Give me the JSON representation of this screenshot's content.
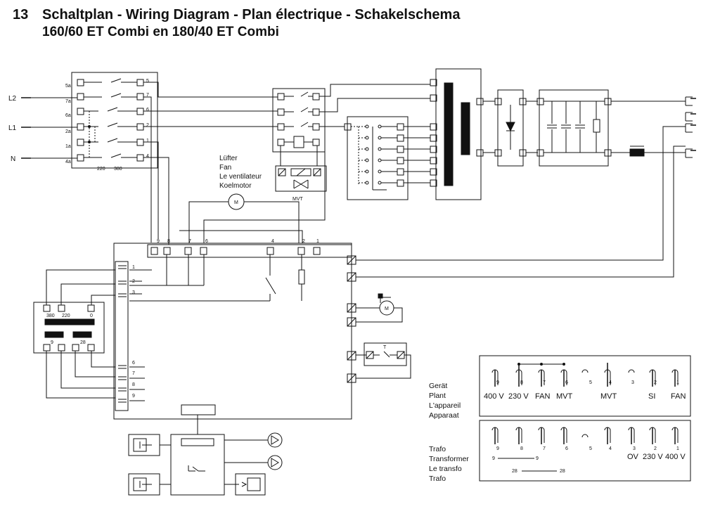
{
  "title": {
    "number": "13",
    "heading": "Schaltplan - Wiring Diagram - Plan électrique - Schakelschema",
    "subheading": "160/60 ET Combi en 180/40 ET Combi"
  },
  "mains": {
    "l2": "L2",
    "l1": "L1",
    "n": "N"
  },
  "switch_terminals": {
    "left": [
      "5a",
      "7a",
      "6a",
      "2a",
      "1a",
      "4a"
    ],
    "right": [
      "5",
      "7",
      "6",
      "2",
      "1",
      "4"
    ],
    "voltages": [
      "220",
      "380"
    ]
  },
  "fan_label": [
    "Lüfter",
    "Fan",
    "Le ventilateur",
    "Koelmotor"
  ],
  "motor_symbol": "M",
  "valve_label": "MVT",
  "board_terminals": [
    "9",
    "8",
    "7",
    "6",
    "4",
    "2",
    "1"
  ],
  "left_connector": [
    "1",
    "2",
    "3"
  ],
  "left_connector_lower": [
    "6",
    "7",
    "8",
    "9"
  ],
  "transformer_block": {
    "top": [
      "380",
      "220",
      "0"
    ],
    "bottom": [
      "9",
      "28"
    ]
  },
  "thermostat_symbol": "T",
  "device_panel": {
    "side_labels": [
      "Gerät",
      "Plant",
      "L'appareil",
      "Apparaat"
    ],
    "numbers": [
      "9",
      "8",
      "7",
      "6",
      "5",
      "4",
      "3",
      "2",
      "1"
    ],
    "functions": [
      "400 V",
      "230 V",
      "FAN",
      "MVT",
      "MVT",
      "SI",
      "FAN"
    ]
  },
  "trafo_panel": {
    "side_labels": [
      "Trafo",
      "Transformer",
      "Le transfo",
      "Trafo"
    ],
    "numbers": [
      "9",
      "8",
      "7",
      "6",
      "5",
      "4",
      "3",
      "2",
      "1"
    ],
    "functions": [
      "OV",
      "230 V",
      "400 V"
    ],
    "links": [
      "9",
      "9",
      "28",
      "28"
    ]
  }
}
